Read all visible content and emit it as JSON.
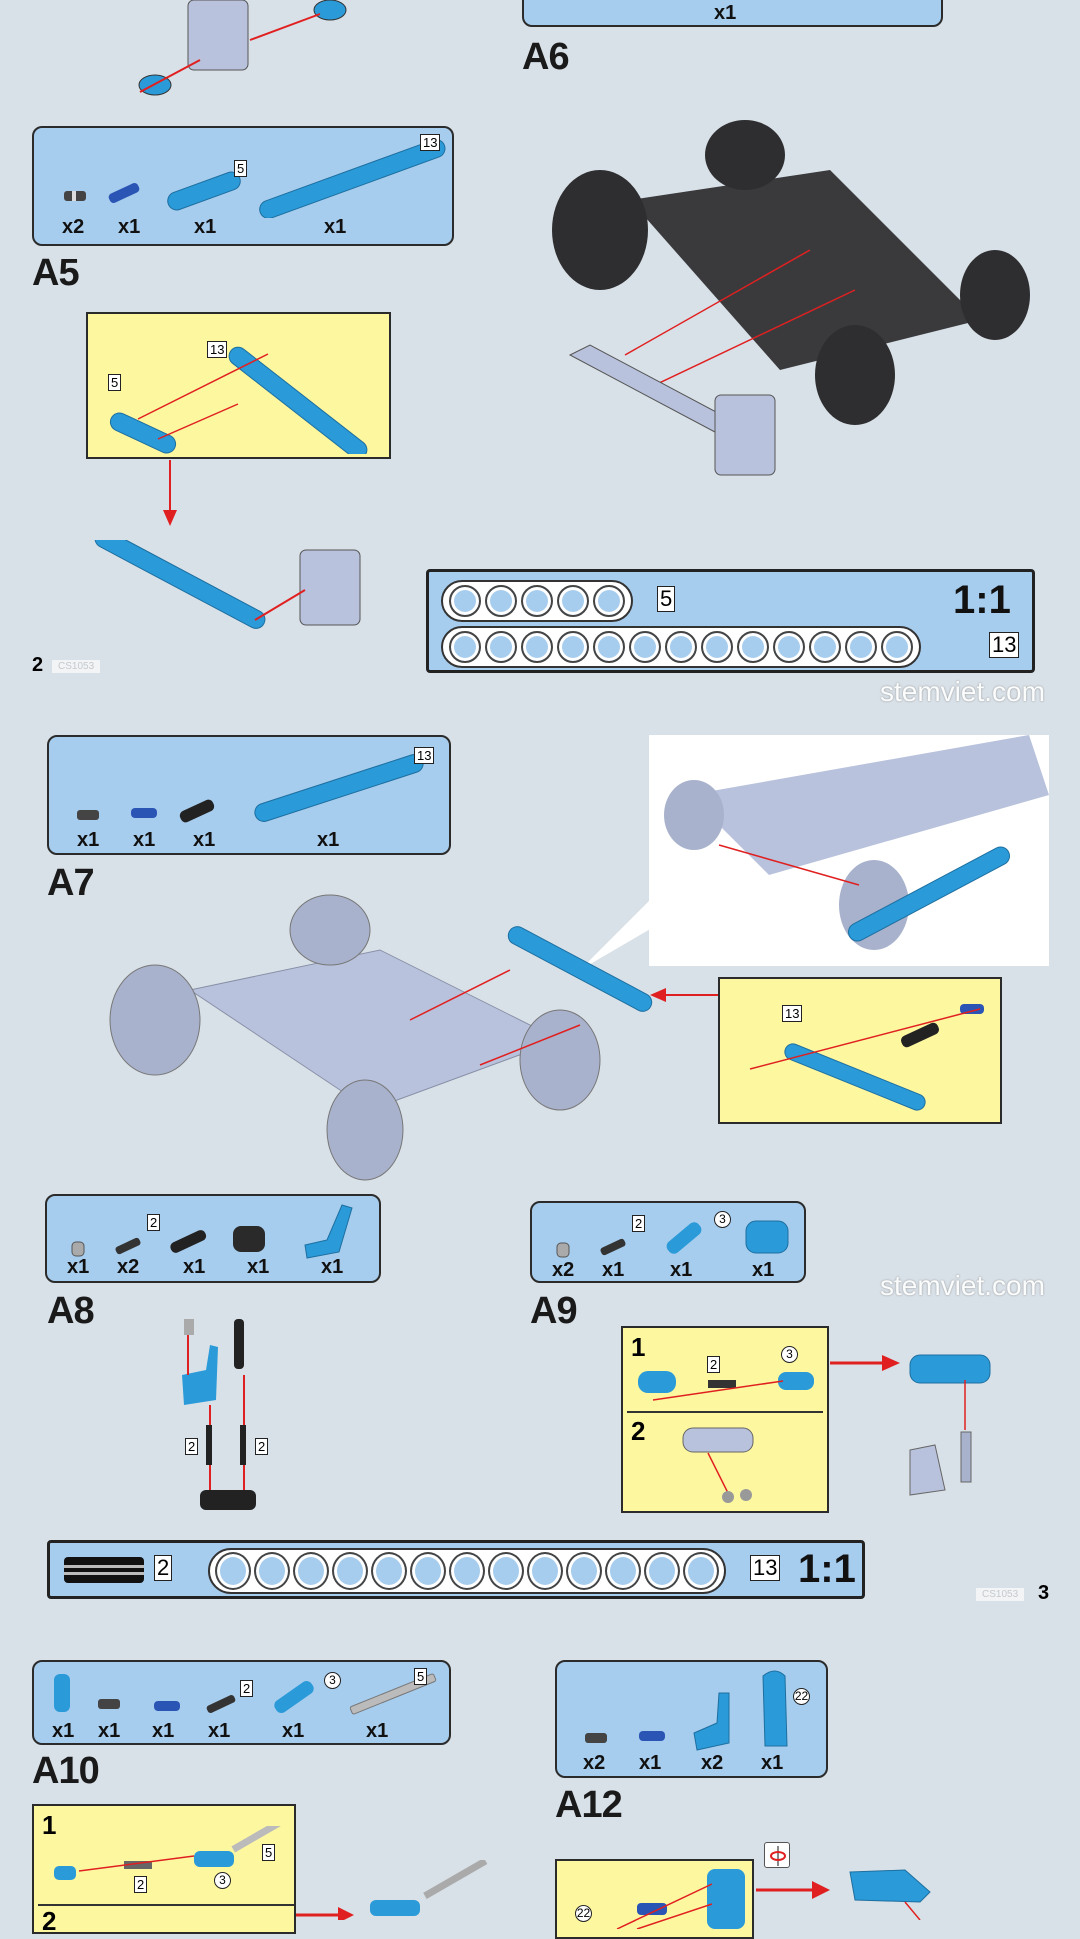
{
  "watermark": "stemviet.com",
  "page_left": {
    "number": "2",
    "code": "CS1053"
  },
  "page_right": {
    "number": "3",
    "code": "CS1053"
  },
  "A6": {
    "label": "A6",
    "qty": "x1"
  },
  "A5": {
    "label": "A5",
    "parts": [
      {
        "qty": "x2",
        "name": "friction-pin"
      },
      {
        "qty": "x1",
        "name": "axle-pin"
      },
      {
        "qty": "x1",
        "name": "beam",
        "size": "5"
      },
      {
        "qty": "x1",
        "name": "beam",
        "size": "13"
      }
    ],
    "sub_sizes": [
      "13",
      "5"
    ]
  },
  "ruler1": {
    "sizes": [
      "5",
      "13"
    ],
    "scale": "1:1"
  },
  "A7": {
    "label": "A7",
    "parts": [
      {
        "qty": "x1"
      },
      {
        "qty": "x1"
      },
      {
        "qty": "x1"
      },
      {
        "qty": "x1",
        "size": "13"
      }
    ],
    "sub_size": "13"
  },
  "A8": {
    "label": "A8",
    "parts": [
      {
        "qty": "x1"
      },
      {
        "qty": "x2",
        "size": "2"
      },
      {
        "qty": "x1"
      },
      {
        "qty": "x1"
      },
      {
        "qty": "x1"
      }
    ],
    "sizes": [
      "2",
      "2"
    ]
  },
  "A9": {
    "label": "A9",
    "parts": [
      {
        "qty": "x2"
      },
      {
        "qty": "x1",
        "size": "2"
      },
      {
        "qty": "x1",
        "size": "3"
      },
      {
        "qty": "x1"
      }
    ],
    "sub": {
      "step1": "1",
      "step2": "2",
      "size2": "2",
      "size3": "3"
    }
  },
  "ruler2": {
    "sizes": [
      "2",
      "13"
    ],
    "scale": "1:1"
  },
  "A10": {
    "label": "A10",
    "parts": [
      {
        "qty": "x1"
      },
      {
        "qty": "x1"
      },
      {
        "qty": "x1"
      },
      {
        "qty": "x1",
        "size": "2"
      },
      {
        "qty": "x1",
        "size": "3"
      },
      {
        "qty": "x1",
        "size": "5"
      }
    ],
    "sub": {
      "step1": "1",
      "step2": "2",
      "size2": "2",
      "size3": "3",
      "size5": "5"
    }
  },
  "A12": {
    "label": "A12",
    "parts": [
      {
        "qty": "x2"
      },
      {
        "qty": "x1"
      },
      {
        "qty": "x2"
      },
      {
        "qty": "x1",
        "size": "22"
      }
    ],
    "sub_size": "22"
  },
  "colors": {
    "background": "#d9e1e8",
    "parts_box": "#a7cdee",
    "sub_box": "#fdf7a0",
    "beam": "#2a9ad8",
    "arrow": "#e02020"
  }
}
